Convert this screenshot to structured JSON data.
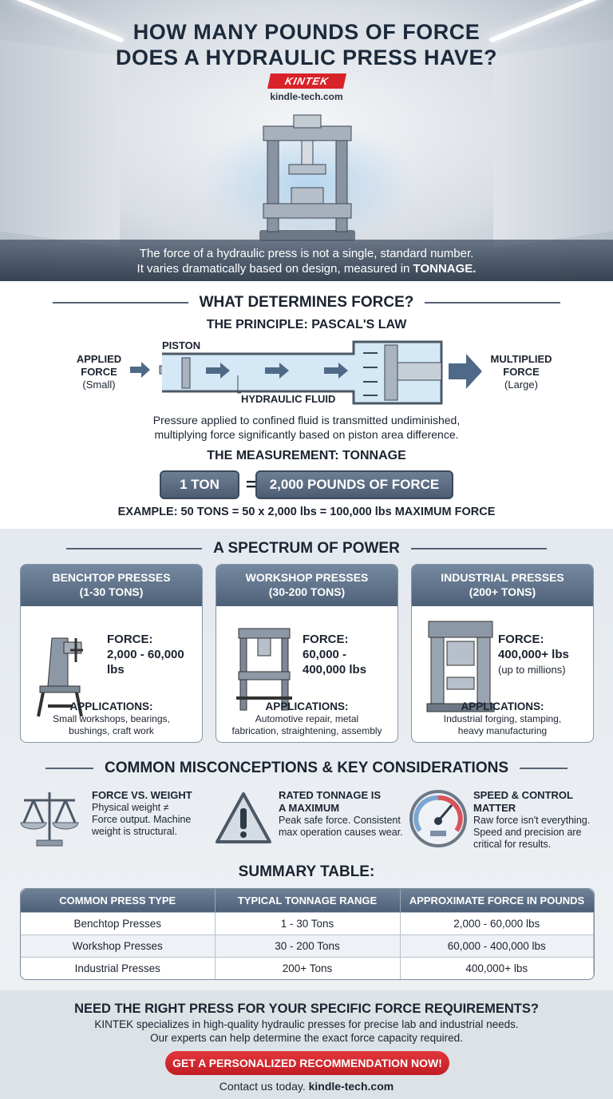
{
  "hero": {
    "title_line1": "HOW MANY POUNDS OF FORCE",
    "title_line2": "DOES A HYDRAULIC PRESS HAVE?",
    "brand": "KINTEK",
    "site": "kindle-tech.com",
    "intro_line1": "The force of a hydraulic press is not a single, standard number.",
    "intro_line2": "It varies dramatically based on design, measured in ",
    "intro_bold": "TONNAGE."
  },
  "determines": {
    "title": "WHAT DETERMINES FORCE?",
    "principle": "THE PRINCIPLE: PASCAL'S LAW",
    "applied_line1": "APPLIED",
    "applied_line2": "FORCE",
    "applied_line3": "(Small)",
    "piston": "PISTON",
    "fluid": "HYDRAULIC FLUID",
    "multiplied_line1": "MULTIPLIED",
    "multiplied_line2": "FORCE",
    "multiplied_line3": "(Large)",
    "caption_line1": "Pressure applied to confined fluid is transmitted undiminished,",
    "caption_line2": "multiplying force significantly based on piston area difference.",
    "measurement": "THE MEASUREMENT: TONNAGE",
    "one_ton": "1 TON",
    "equals": "=",
    "pounds": "2,000 POUNDS OF FORCE",
    "example": "EXAMPLE: 50 TONS = 50 x 2,000 lbs = 100,000 lbs MAXIMUM FORCE"
  },
  "spectrum": {
    "title": "A SPECTRUM OF POWER",
    "cards": [
      {
        "name": "BENCHTOP PRESSES",
        "range": "(1-30 TONS)",
        "force_label": "FORCE:",
        "force": "2,000 - 60,000 lbs",
        "force_note": "",
        "apps_label": "APPLICATIONS:",
        "apps_line1": "Small workshops, bearings,",
        "apps_line2": "bushings, craft work"
      },
      {
        "name": "WORKSHOP PRESSES",
        "range": "(30-200 TONS)",
        "force_label": "FORCE:",
        "force": "60,000 - 400,000 lbs",
        "force_note": "",
        "apps_label": "APPLICATIONS:",
        "apps_line1": "Automotive repair, metal",
        "apps_line2": "fabrication, straightening, assembly"
      },
      {
        "name": "INDUSTRIAL PRESSES",
        "range": "(200+ TONS)",
        "force_label": "FORCE:",
        "force": "400,000+ lbs",
        "force_note": "(up to millions)",
        "apps_label": "APPLICATIONS:",
        "apps_line1": "Industrial forging, stamping,",
        "apps_line2": "heavy manufacturing"
      }
    ]
  },
  "misconceptions": {
    "title": "COMMON MISCONCEPTIONS & KEY CONSIDERATIONS",
    "items": [
      {
        "icon": "balance-scale-icon",
        "title": "FORCE VS. WEIGHT",
        "text": "Physical weight ≠ Force output. Machine weight is structural."
      },
      {
        "icon": "warning-triangle-icon",
        "title": "RATED TONNAGE IS A MAXIMUM",
        "text": "Peak safe force. Consistent max operation causes wear."
      },
      {
        "icon": "speedometer-gauge-icon",
        "title": "SPEED & CONTROL MATTER",
        "text": "Raw force isn't everything. Speed and precision are critical for results."
      }
    ]
  },
  "summary": {
    "title": "SUMMARY TABLE:",
    "headers": [
      "COMMON PRESS TYPE",
      "TYPICAL TONNAGE RANGE",
      "APPROXIMATE FORCE IN POUNDS"
    ],
    "rows": [
      [
        "Benchtop Presses",
        "1 - 30 Tons",
        "2,000 - 60,000 lbs"
      ],
      [
        "Workshop Presses",
        "30 - 200 Tons",
        "60,000 - 400,000 lbs"
      ],
      [
        "Industrial Presses",
        "200+ Tons",
        "400,000+ lbs"
      ]
    ]
  },
  "footer": {
    "title": "NEED THE RIGHT PRESS FOR YOUR SPECIFIC FORCE REQUIREMENTS?",
    "line1": "KINTEK specializes in high-quality hydraulic presses for precise lab and industrial needs.",
    "line2": "Our experts can help determine the exact force capacity required.",
    "cta": "GET A PERSONALIZED RECOMMENDATION NOW!",
    "contact": "Contact us today. ",
    "contact_site": "kindle-tech.com"
  },
  "colors": {
    "brand_red": "#d8232a",
    "slate": "#4f6178",
    "navy_text": "#1c2a3b"
  }
}
